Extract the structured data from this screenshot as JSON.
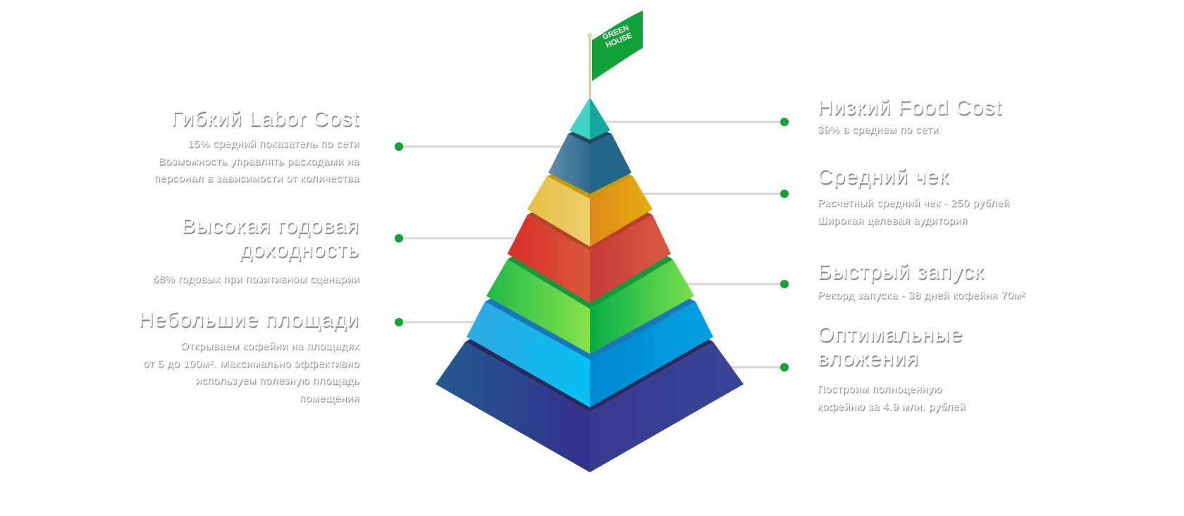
{
  "logo": {
    "text": "GREEN HOUSE",
    "line1": "GREEN",
    "line2": "HOUSE"
  },
  "colors": {
    "accent": "#11a23a",
    "connector": "#d6d6d6"
  },
  "left": [
    {
      "title": [
        "Гибкий Labor Cost"
      ],
      "desc": [
        "15% средний показатель по сети",
        "Возможность управлять расходами на",
        "персонал в зависимости от количества"
      ]
    },
    {
      "title": [
        "Высокая годовая",
        "доходность"
      ],
      "desc": [
        "68% годовых при позитивном сценарии"
      ]
    },
    {
      "title": [
        "Небольшие площади"
      ],
      "desc": [
        "Открываем кофейни на площадях",
        "от 5 до 100м². Максимально эффективно",
        "используем полезную площадь",
        "помещения"
      ]
    }
  ],
  "right": [
    {
      "title": [
        "Низкий Food Cost"
      ],
      "desc": [
        "39% в среднем по сети"
      ]
    },
    {
      "title": [
        "Средний чек"
      ],
      "desc": [
        "Расчетный средний чек - 250 рублей",
        "Широкая целевая аудитория"
      ]
    },
    {
      "title": [
        "Быстрый запуск"
      ],
      "desc": [
        "Рекорд запуска - 38 дней кофейня 70м²"
      ]
    },
    {
      "title": [
        "Оптимальные",
        "вложения"
      ],
      "desc": [
        "Построим полноценную",
        "кофейню за 4.9 млн. рублей"
      ]
    }
  ]
}
